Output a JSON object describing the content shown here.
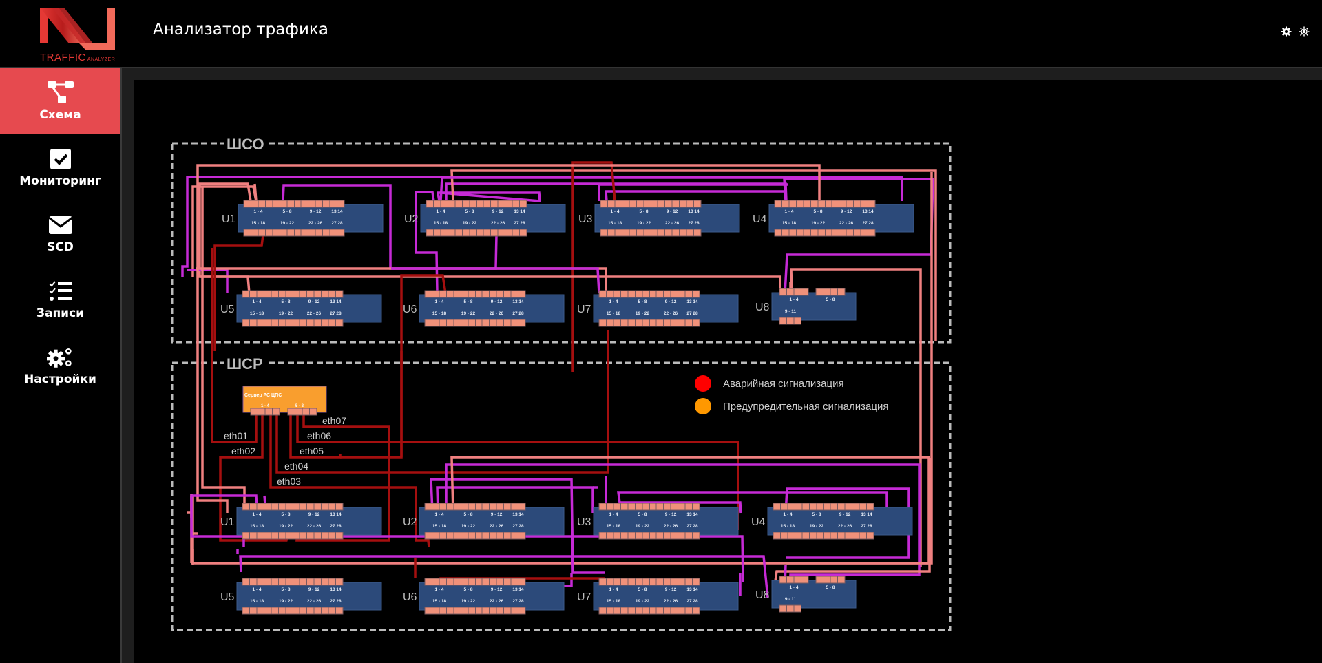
{
  "app": {
    "logo_main": "TRAFFIC",
    "logo_sub": "ANALYZER",
    "title": "Анализатор трафика",
    "top_icons": [
      "gear-icon",
      "sun-icon"
    ]
  },
  "sidebar": {
    "items": [
      {
        "label": "Схема",
        "icon": "schema-icon",
        "active": true
      },
      {
        "label": "Мониторинг",
        "icon": "check-square-icon",
        "active": false
      },
      {
        "label": "SCD",
        "icon": "envelope-icon",
        "active": false
      },
      {
        "label": "Записи",
        "icon": "checklist-icon",
        "active": false
      },
      {
        "label": "Настройки",
        "icon": "gears-icon",
        "active": false
      }
    ]
  },
  "diagram": {
    "sections": [
      {
        "id": "sco",
        "label": "ШСО"
      },
      {
        "id": "scr",
        "label": "ШСР"
      }
    ],
    "switch_port_labels": {
      "top": [
        "1 - 4",
        "5 - 8",
        "9 - 12",
        "13  14"
      ],
      "bottom": [
        "15 - 18",
        "19 - 22",
        "22 - 26",
        "27  28"
      ]
    },
    "small_switch_port_labels": {
      "top": [
        "1 - 4",
        "5 - 8"
      ],
      "bottom": [
        "9 - 11"
      ]
    },
    "units": [
      "U1",
      "U2",
      "U3",
      "U4",
      "U5",
      "U6",
      "U7",
      "U8"
    ],
    "server": {
      "name": "Сервер РС ЦПС",
      "port_labels": [
        "1 - 4",
        "5 - 8"
      ]
    },
    "eth_labels": [
      "eth01",
      "eth02",
      "eth03",
      "eth04",
      "eth05",
      "eth06",
      "eth07"
    ],
    "legend": [
      {
        "label": "Аварийная сигнализация",
        "color": "#ff0000"
      },
      {
        "label": "Предупредительная сигнализация",
        "color": "#ff9800"
      }
    ],
    "colors": {
      "switch_body": "#2c4a7a",
      "port": "#f0917a",
      "wire_magenta": "#c62ad6",
      "wire_salmon": "#f08080",
      "wire_darkred": "#a50f0f",
      "server_body": "#f99e2e",
      "section_border": "#bbbbbb"
    }
  }
}
